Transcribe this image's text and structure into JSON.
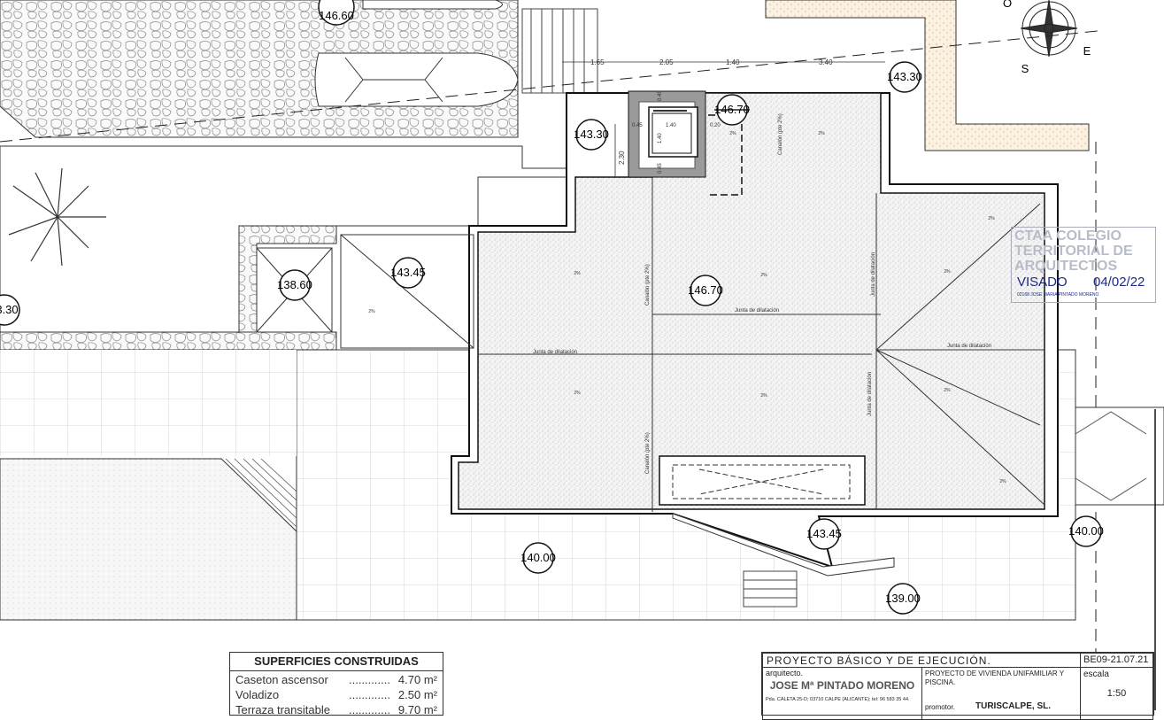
{
  "levels": {
    "l146_60": "146.60",
    "l143_30_a": "143.30",
    "l143_30_b": "143.30",
    "l146_70_a": "146.70",
    "l146_70_b": "146.70",
    "l143_45_a": "143.45",
    "l143_45_b": "143.45",
    "l138_60": "138.60",
    "l3_30": "3.30",
    "l140_00_a": "140.00",
    "l140_00_b": "140.00",
    "l139_00": "139.00"
  },
  "dimensions": [
    "1.65",
    "2.05",
    "1.40",
    "3.40",
    "2.30",
    "0.45",
    "1.40",
    "0.20",
    "1.40",
    "0.45",
    "0.45"
  ],
  "notes": {
    "junta": "Junta de dilatación",
    "canalon": "Canalón (pte 2%)",
    "slope": "2%"
  },
  "compass": {
    "o": "O",
    "s": "S",
    "e": "E"
  },
  "stamp": {
    "org": "CTAA COLEGIO TERRITORIAL DE ARQUITECTOS",
    "visado": "VISADO",
    "date": "04/02/22",
    "name": "02168 JOSE MARIA PINTADO MORENO"
  },
  "surfaces": {
    "title": "SUPERFICIES CONSTRUIDAS",
    "rows": [
      {
        "name": "Caseton ascensor",
        "dots": ".............",
        "value": "4.70 m²"
      },
      {
        "name": "Voladizo",
        "dots": ".............",
        "value": "2.50 m²"
      },
      {
        "name": "Terraza transitable",
        "dots": ".............",
        "value": "9.70 m²"
      }
    ]
  },
  "title_block": {
    "project_type": "PROYECTO BÁSICO Y DE EJECUCIÓN.",
    "code": "BE09-21.07.21",
    "architect_label": "arquitecto.",
    "architect": "JOSE Mª PINTADO MORENO",
    "address": "Pda. CALETA 25-D; 03710 CALPE (ALICANTE); tel: 96 583 35 44.",
    "project": "PROYECTO DE VIVIENDA UNIFAMILIAR Y PISCINA.",
    "promoter_label": "promotor.",
    "promoter": "TURISCALPE, SL.",
    "scale_label": "escala",
    "scale": "1:50"
  },
  "colors": {
    "line": "#222222",
    "gravel": "#f3d9b8",
    "stamp": "#1a2a8a",
    "elevator": "#9a9a9a"
  }
}
